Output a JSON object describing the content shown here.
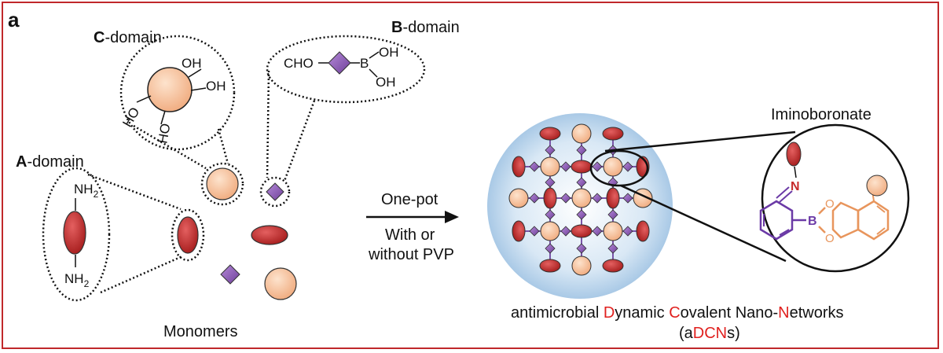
{
  "panel_label": "a",
  "domains": {
    "c": {
      "letter": "C",
      "suffix": "-domain",
      "groups": [
        "OH",
        "OH",
        "HO",
        "HO"
      ]
    },
    "b": {
      "letter": "B",
      "suffix": "-domain",
      "cho": "CHO",
      "boron": "B",
      "oh1": "OH",
      "oh2": "OH"
    },
    "a": {
      "letter": "A",
      "suffix": "-domain",
      "nh": "NH",
      "sub": "2"
    }
  },
  "monomers_label": "Monomers",
  "arrow": {
    "top": "One-pot",
    "bottom1": "With or",
    "bottom2": "without PVP"
  },
  "zoom_label": "Iminoboronate",
  "zoom_atoms": {
    "n": "N",
    "b": "B",
    "o1": "O",
    "o2": "O"
  },
  "caption": {
    "parts": [
      "antimicrobial ",
      "D",
      "ynamic ",
      "C",
      "ovalent Nano-",
      "N",
      "etworks"
    ],
    "line2": [
      "(a",
      "DCN",
      "s)"
    ]
  },
  "colors": {
    "border": "#c0282a",
    "peach": "#f6c19a",
    "red": "#c62b2b",
    "purple": "#8b5fb8",
    "highlight": "#e0201e",
    "halo": "#bcd6ec"
  }
}
